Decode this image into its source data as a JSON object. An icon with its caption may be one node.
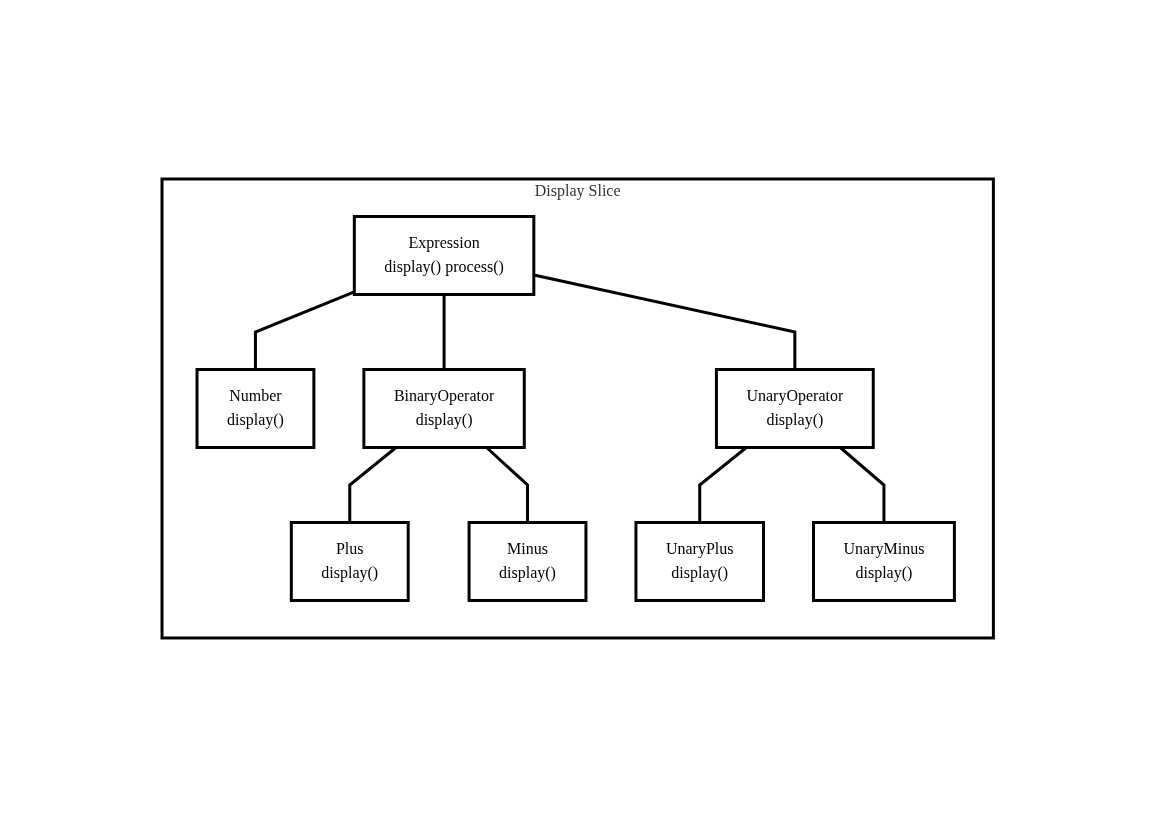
{
  "diagram": {
    "nodes": [
      {
        "text": [
          "Display Slice"
        ]
      },
      {
        "text": [
          "Expression",
          "display() process()"
        ],
        "in": 0
      },
      {
        "text": [
          "Number",
          "display()"
        ],
        "in": 0
      },
      {
        "text": [
          "BinaryOperator",
          "display()"
        ],
        "in": 0
      },
      {
        "text": [
          "UnaryOperator",
          "display()"
        ],
        "in": 0
      },
      {
        "text": [
          "Plus",
          "display()"
        ],
        "in": 0
      },
      {
        "text": [
          "Minus",
          "display()"
        ],
        "in": 0
      },
      {
        "text": [
          "UnaryPlus",
          "display()"
        ],
        "in": 0
      },
      {
        "text": [
          "UnaryMinus",
          "display()"
        ],
        "in": 0
      }
    ],
    "edges": [
      {
        "from": 1,
        "to": 2,
        "arrow": "none"
      },
      {
        "from": 1,
        "to": 3,
        "arrow": "none"
      },
      {
        "from": 1,
        "to": 4,
        "arrow": "none"
      },
      {
        "from": 3,
        "to": 5,
        "arrow": "none"
      },
      {
        "from": 3,
        "to": 6,
        "arrow": "none"
      },
      {
        "from": 4,
        "to": 7,
        "arrow": "none"
      },
      {
        "from": 4,
        "to": 8,
        "arrow": "none"
      }
    ]
  }
}
